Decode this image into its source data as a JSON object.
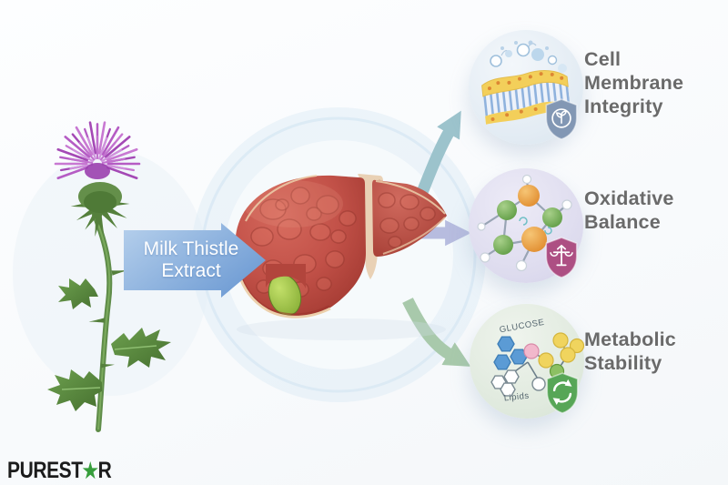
{
  "extract_arrow": {
    "line1": "Milk Thistle",
    "line2": "Extract",
    "color_start": "#b6d0ec",
    "color_end": "#6f9cd4"
  },
  "benefits": [
    {
      "label": "Cell Membrane Integrity",
      "arrow_color": "#9cc3cc",
      "shield_color": "#8297b4"
    },
    {
      "label": "Oxidative Balance",
      "arrow_color": "#b7bcdf",
      "shield_color": "#ad4f83"
    },
    {
      "label": "Metabolic Stability",
      "arrow_color": "#a8c9ab",
      "shield_color": "#57a657",
      "molecule_labels": {
        "glucose": "GLUCOSE",
        "lipids": "Lipids"
      }
    }
  ],
  "logo": {
    "pre": "PUREST",
    "star": "★",
    "post": "R",
    "star_color": "#379e3c",
    "text_color": "#1c1c1c"
  },
  "palette": {
    "liver_main": "#b94a3f",
    "liver_ligament": "#e9d1b5",
    "gallbladder": "#8cb940",
    "thistle_flower": "#b55cc4",
    "thistle_leaf": "#5a8440",
    "label_text": "#6a6a6a"
  }
}
